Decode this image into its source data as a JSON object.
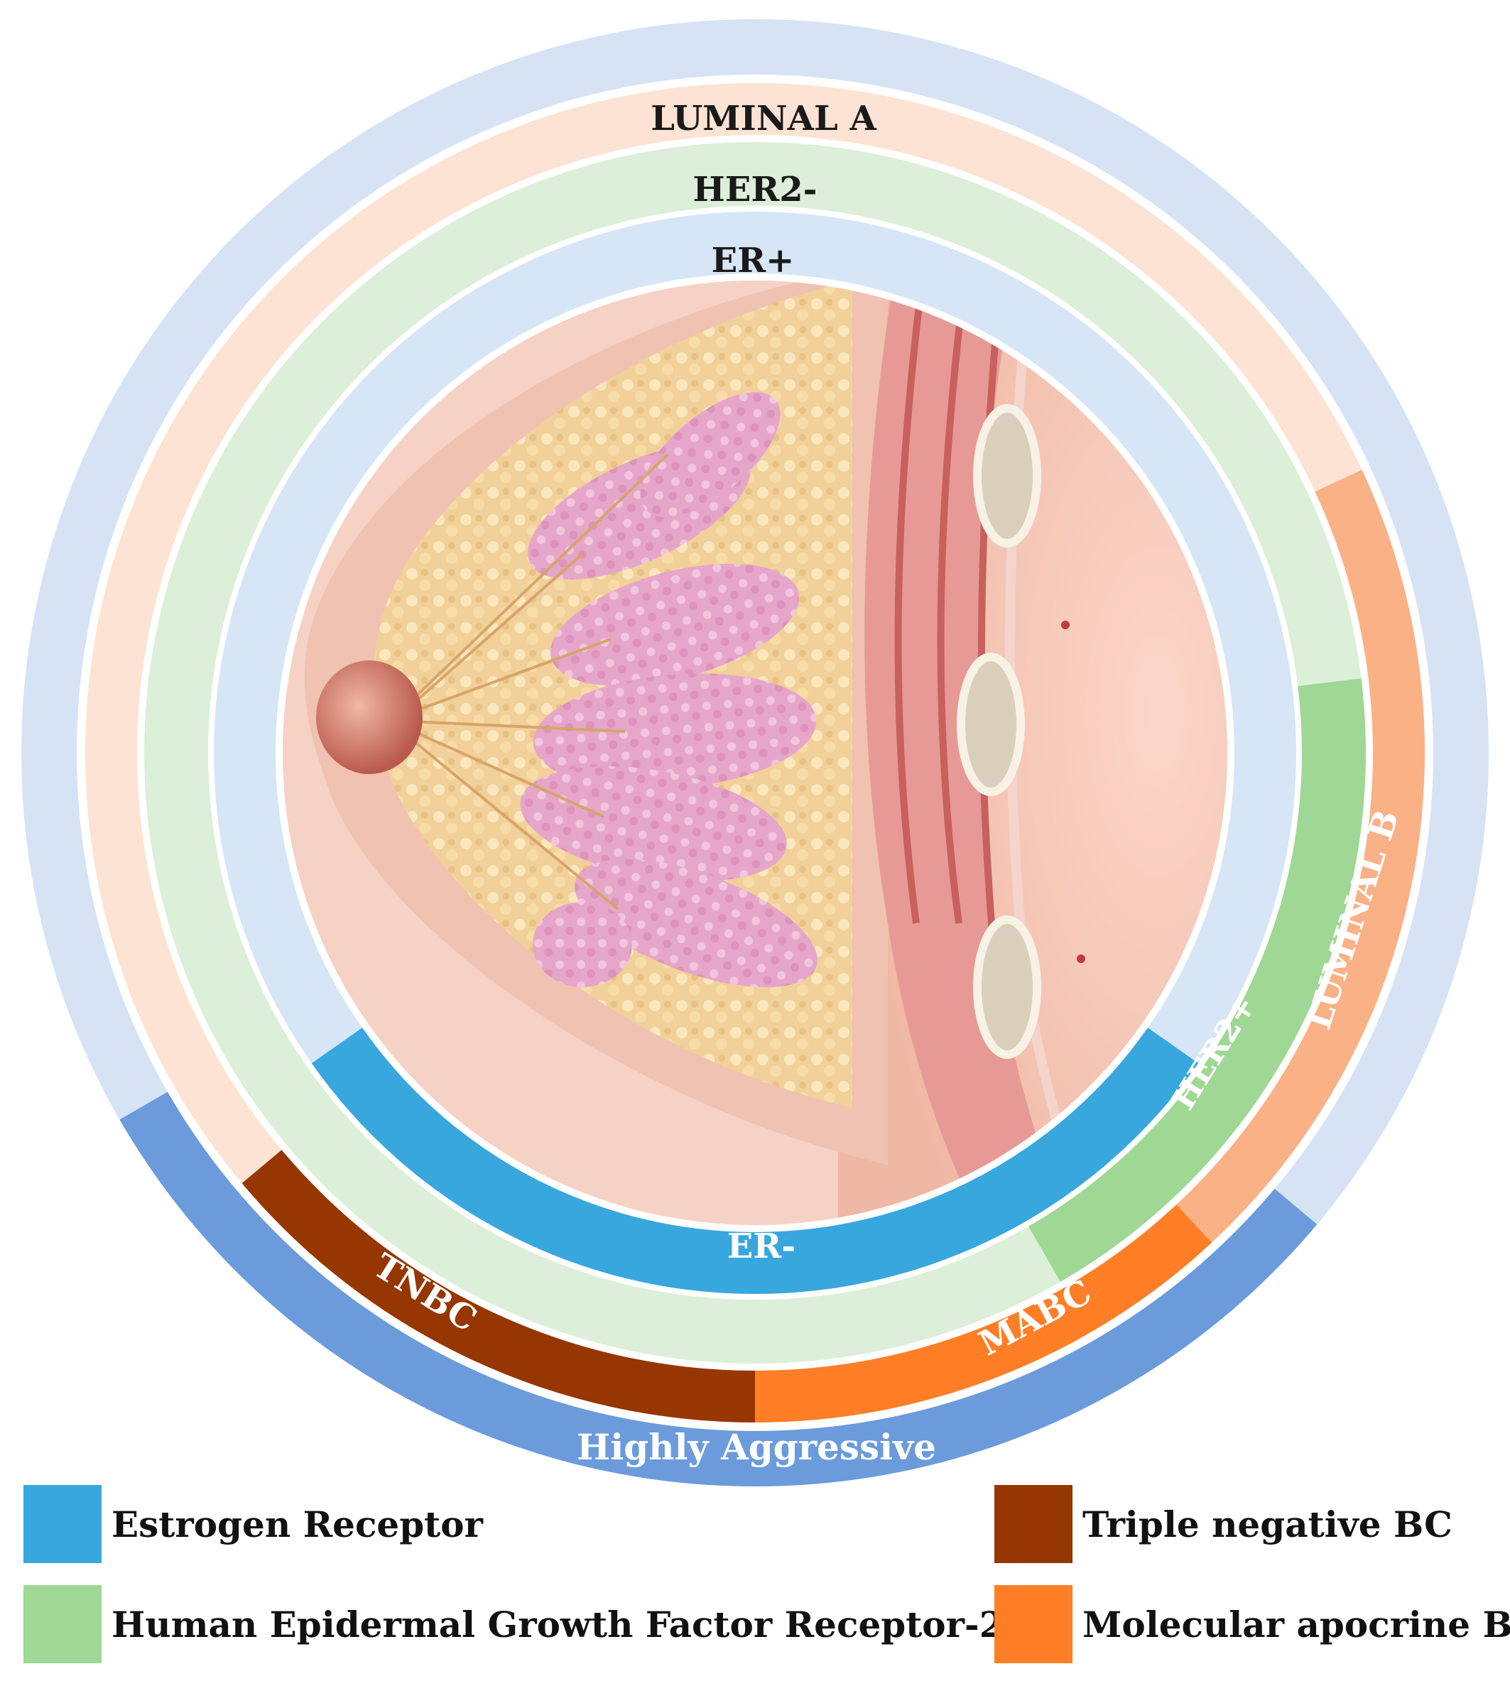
{
  "colors": {
    "outer_ring": "#d5e3f5",
    "highly_aggressive": "#6b9bdb",
    "luminal_a": "#fde3d3",
    "luminal_b": "#f9b185",
    "her2_neg": "#dcefd8",
    "her2_pos": "#9fd795",
    "er_pos": "#d6e6f6",
    "er_neg": "#38a7dd",
    "tnbc": "#963600",
    "mabc": "#ff7e26"
  },
  "rings": {
    "luminal_a": "LUMINAL A",
    "her2_neg": "HER2-",
    "er_pos": "ER+",
    "luminal_b": "LUMINAL B",
    "her2_pos": "HER2+",
    "er_neg": "ER-",
    "tnbc": "TNBC",
    "mabc": "MABC",
    "highly_aggressive": "Highly Aggressive"
  },
  "legend": [
    {
      "label": "Estrogen Receptor",
      "color": "#38a7dd",
      "icon": "swatch"
    },
    {
      "label": "Human Epidermal Growth Factor Receptor-2",
      "color": "#9fd795",
      "icon": "swatch"
    },
    {
      "label": "Triple negative BC",
      "color": "#963600",
      "icon": "swatch"
    },
    {
      "label": "Molecular apocrine BC",
      "color": "#ff7e26",
      "icon": "swatch"
    }
  ]
}
